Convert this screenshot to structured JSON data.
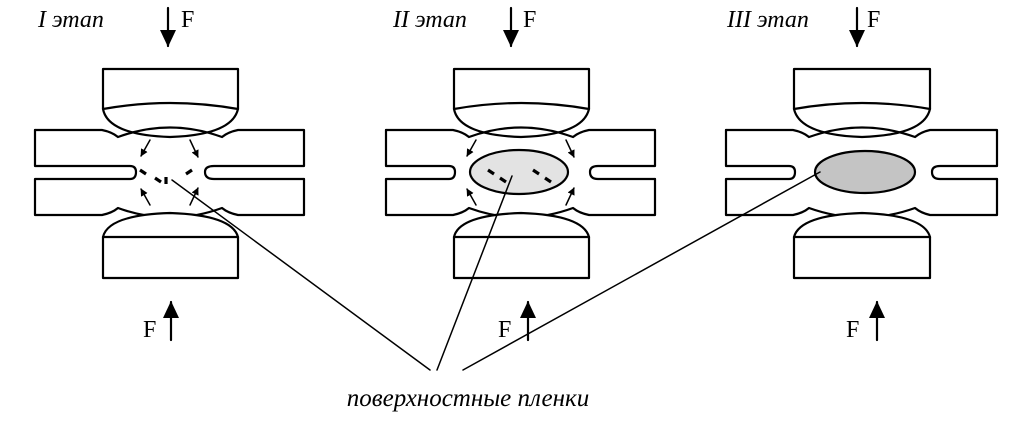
{
  "stages": [
    {
      "title": "I этап",
      "force_top": "F",
      "force_bottom": "F",
      "nugget": "none",
      "nugget_fill": ""
    },
    {
      "title": "II этап",
      "force_top": "F",
      "force_bottom": "F",
      "nugget": "small",
      "nugget_fill": "#e3e3e3"
    },
    {
      "title": "III этап",
      "force_top": "F",
      "force_bottom": "F",
      "nugget": "full",
      "nugget_fill": "#c4c4c4"
    }
  ],
  "caption": "поверхностные пленки",
  "colors": {
    "stroke": "#000000",
    "background": "#ffffff"
  }
}
